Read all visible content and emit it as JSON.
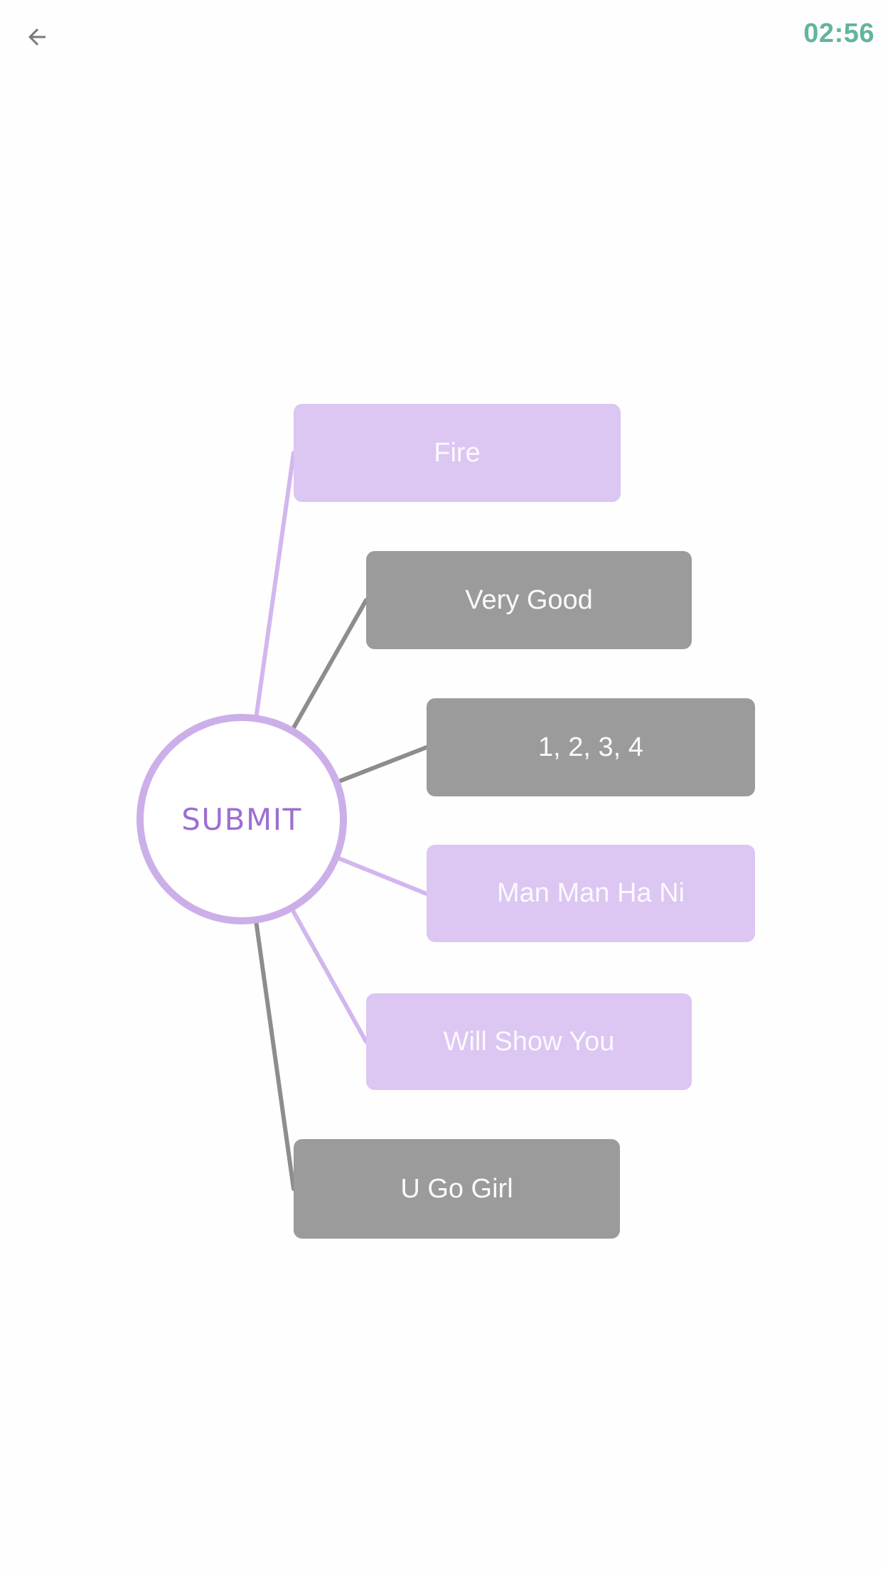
{
  "colors": {
    "purple-fill": "#dcc6f2",
    "gray-fill": "#9b9b9b",
    "purple-line": "#d2b7ee",
    "gray-line": "#8d8d8d",
    "circle-border": "#ccafe9",
    "submit-text": "#9c6fd0",
    "timer-text": "#62b49e",
    "node-text": "#fbf9fd",
    "back-arrow": "#787878"
  },
  "header": {
    "timer": "02:56"
  },
  "center": {
    "label": "SUBMIT"
  },
  "nodes": [
    {
      "label": "Fire",
      "style": "purple"
    },
    {
      "label": "Very Good",
      "style": "gray"
    },
    {
      "label": "1, 2, 3, 4",
      "style": "gray"
    },
    {
      "label": "Man Man Ha Ni",
      "style": "purple"
    },
    {
      "label": "Will Show You",
      "style": "purple"
    },
    {
      "label": "U Go Girl",
      "style": "gray"
    }
  ]
}
